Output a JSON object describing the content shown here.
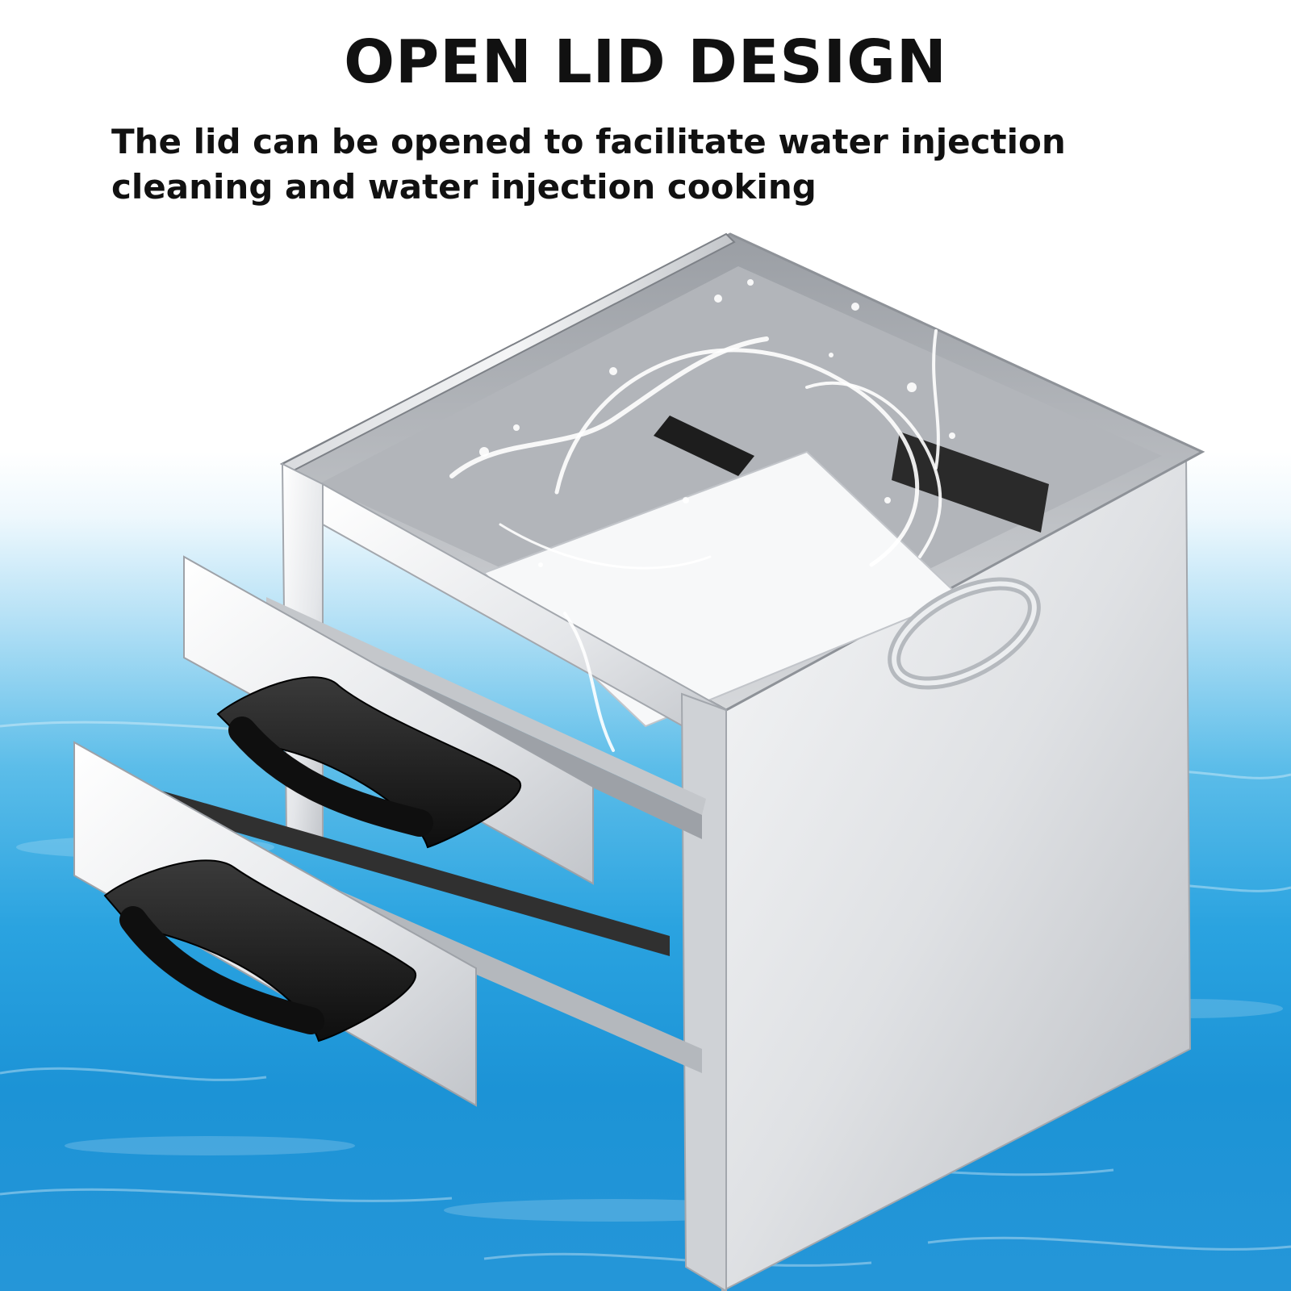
{
  "heading": {
    "title": "OPEN LID DESIGN",
    "description": "The lid can be opened to facilitate water injection cleaning and water injection cooking"
  },
  "product_image": {
    "subject": "stainless steel steamer cabinet",
    "drawer_count": 2,
    "handle_color": "#1a1a1a"
  },
  "colors": {
    "steel_light": "#f2f3f5",
    "steel_mid": "#c9ccd1",
    "steel_dark": "#8e9298",
    "water_deep": "#1c93d6",
    "text": "#111111"
  }
}
